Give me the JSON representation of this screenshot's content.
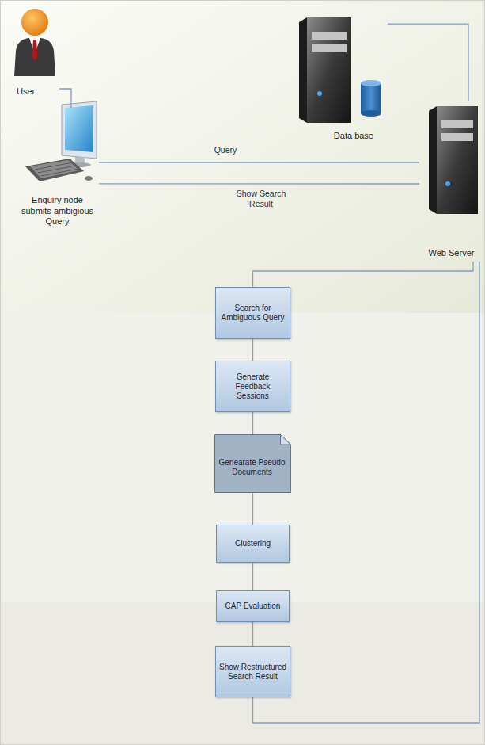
{
  "diagram": {
    "nodes": [
      {
        "text": [
          "User"
        ]
      },
      {
        "text": [
          "Data base"
        ]
      },
      {
        "text": [
          "Enquiry node submits ambigious Query"
        ]
      },
      {
        "text": [
          "Web Server"
        ]
      },
      {
        "text": [
          "Search for Ambiguous Query"
        ]
      },
      {
        "text": [
          "Generate Feedback Sessions"
        ]
      },
      {
        "text": [
          "Genearate Pseudo Documents"
        ]
      },
      {
        "text": [
          "Clustering"
        ]
      },
      {
        "text": [
          "CAP Evaluation"
        ]
      },
      {
        "text": [
          "Show Restructured Search Result"
        ]
      }
    ],
    "edges": [
      {
        "from": 0,
        "to": 2,
        "arrow": "none"
      },
      {
        "from": 2,
        "to": 3,
        "label": "Query",
        "arrow": "none"
      },
      {
        "from": 3,
        "to": 2,
        "label": "Show Search Result",
        "arrow": "none"
      },
      {
        "from": 1,
        "to": 3,
        "arrow": "none"
      },
      {
        "from": 3,
        "to": 4,
        "arrow": "none"
      },
      {
        "from": 4,
        "to": 5,
        "arrow": "none"
      },
      {
        "from": 5,
        "to": 6,
        "arrow": "none"
      },
      {
        "from": 6,
        "to": 7,
        "arrow": "none"
      },
      {
        "from": 7,
        "to": 8,
        "arrow": "none"
      },
      {
        "from": 8,
        "to": 9,
        "arrow": "none"
      },
      {
        "from": 9,
        "to": 3,
        "arrow": "none"
      }
    ]
  }
}
